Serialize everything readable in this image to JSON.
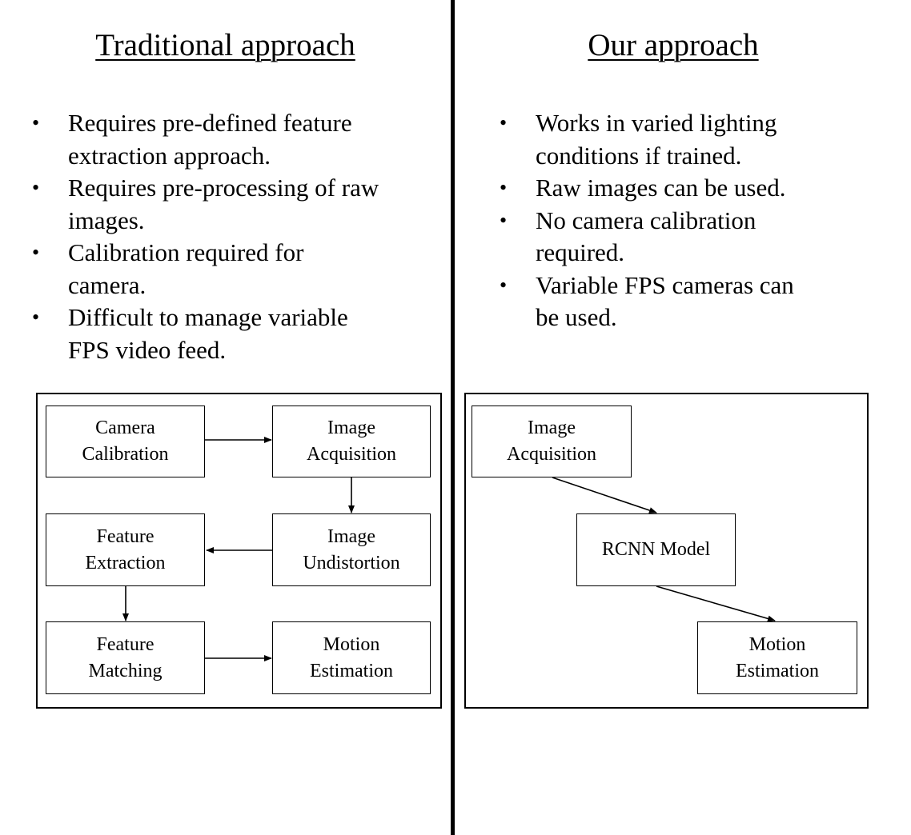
{
  "left": {
    "heading": "Traditional approach",
    "bullets": [
      {
        "lines": [
          "Requires pre-defined feature",
          "extraction approach."
        ]
      },
      {
        "lines": [
          "Requires pre-processing of raw",
          "images."
        ]
      },
      {
        "lines": [
          "Calibration required for",
          "camera."
        ]
      },
      {
        "lines": [
          "Difficult to manage variable",
          "FPS video feed."
        ]
      }
    ],
    "diagram": {
      "camera_calibration": [
        "Camera",
        "Calibration"
      ],
      "image_acquisition": [
        "Image",
        "Acquisition"
      ],
      "image_undistortion": [
        "Image",
        "Undistortion"
      ],
      "feature_extraction": [
        "Feature",
        "Extraction"
      ],
      "feature_matching": [
        "Feature",
        "Matching"
      ],
      "motion_estimation": [
        "Motion",
        "Estimation"
      ]
    }
  },
  "right": {
    "heading": "Our approach",
    "bullets": [
      {
        "lines": [
          "Works in varied lighting",
          "conditions if trained."
        ]
      },
      {
        "lines": [
          "Raw images can be used."
        ]
      },
      {
        "lines": [
          "No camera calibration",
          "required."
        ]
      },
      {
        "lines": [
          "Variable FPS cameras can",
          "be used."
        ]
      }
    ],
    "diagram": {
      "image_acquisition": [
        "Image",
        "Acquisition"
      ],
      "rcnn_model": [
        "RCNN Model"
      ],
      "motion_estimation": [
        "Motion",
        "Estimation"
      ]
    }
  },
  "bullet_glyph": "•"
}
